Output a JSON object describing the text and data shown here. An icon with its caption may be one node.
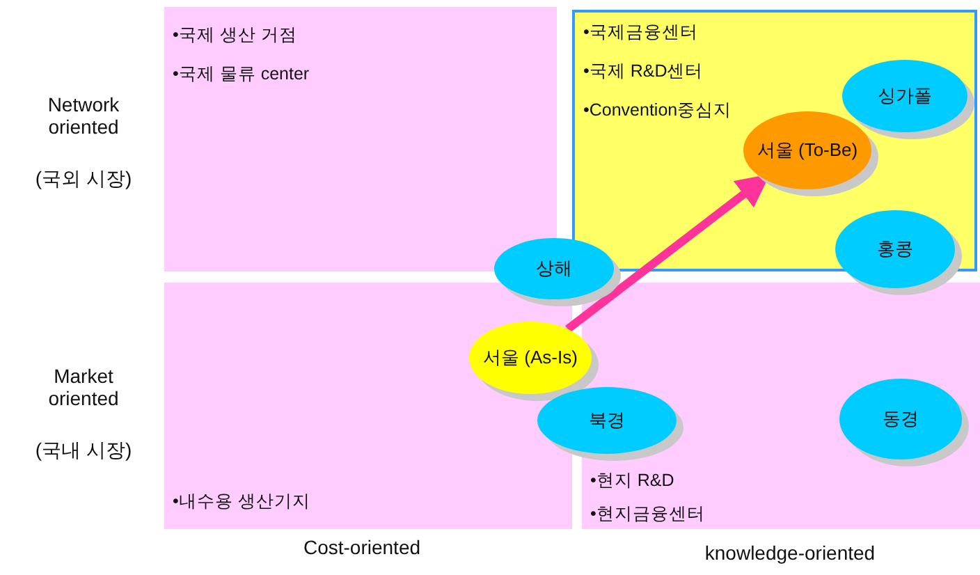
{
  "diagram": {
    "nodes": [
      {
        "text": [
          "•국제 생산 거점",
          "•국제 물류 center"
        ]
      },
      {
        "text": [
          "•국제금융센터",
          "•국제 R&D센터",
          "•Convention중심지"
        ]
      },
      {
        "text": [
          "싱가폴"
        ],
        "in": 1
      },
      {
        "text": [
          "서울 (To-Be)"
        ],
        "in": 1
      },
      {
        "text": [
          "홍콩"
        ]
      },
      {
        "text": [
          "상해"
        ]
      },
      {
        "text": [
          "서울 (As-Is)"
        ]
      },
      {
        "text": [
          "•내수용 생산기지"
        ]
      },
      {
        "text": [
          "•현지 R&D",
          "•현지금융센터"
        ]
      },
      {
        "text": [
          "북경"
        ]
      },
      {
        "text": [
          "동경"
        ],
        "in": 8
      }
    ],
    "edges": [
      {
        "from": 6,
        "to": 3,
        "arrow": "to",
        "color": "#ff3399"
      }
    ],
    "labels": [
      "Network oriented",
      "(국외 시장)",
      "Market oriented",
      "(국내 시장)",
      "Cost-oriented",
      "knowledge-oriented"
    ]
  }
}
